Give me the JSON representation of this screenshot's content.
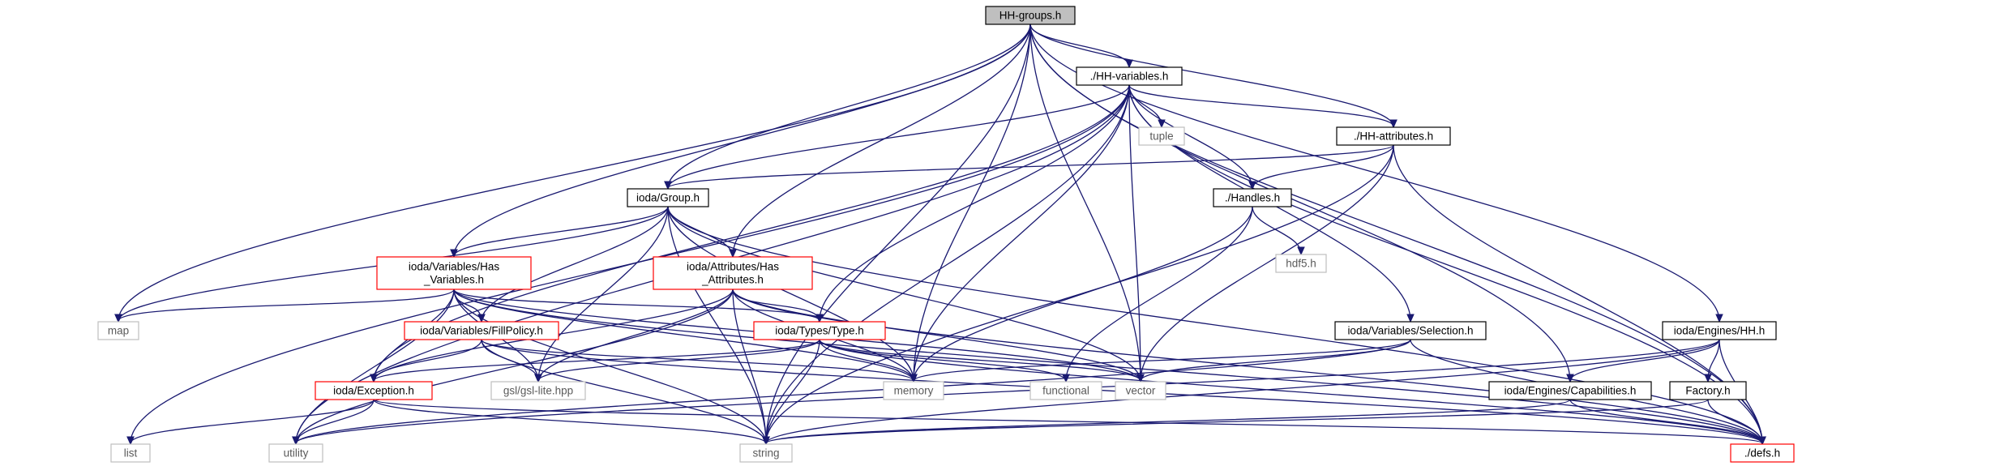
{
  "nodes": [
    {
      "id": "hh_groups",
      "lines": [
        "HH-groups.h"
      ],
      "style": "root"
    },
    {
      "id": "hh_variables",
      "lines": [
        "./HH-variables.h"
      ],
      "style": "black"
    },
    {
      "id": "hh_attributes",
      "lines": [
        "./HH-attributes.h"
      ],
      "style": "black"
    },
    {
      "id": "tuple",
      "lines": [
        "tuple"
      ],
      "style": "gray"
    },
    {
      "id": "group",
      "lines": [
        "ioda/Group.h"
      ],
      "style": "black"
    },
    {
      "id": "handles",
      "lines": [
        "./Handles.h"
      ],
      "style": "black"
    },
    {
      "id": "hdf5",
      "lines": [
        "hdf5.h"
      ],
      "style": "gray"
    },
    {
      "id": "has_variables",
      "lines": [
        "ioda/Variables/Has",
        "_Variables.h"
      ],
      "style": "red"
    },
    {
      "id": "has_attributes",
      "lines": [
        "ioda/Attributes/Has",
        "_Attributes.h"
      ],
      "style": "red"
    },
    {
      "id": "fill_policy",
      "lines": [
        "ioda/Variables/FillPolicy.h"
      ],
      "style": "red"
    },
    {
      "id": "types_type",
      "lines": [
        "ioda/Types/Type.h"
      ],
      "style": "red"
    },
    {
      "id": "selection",
      "lines": [
        "ioda/Variables/Selection.h"
      ],
      "style": "black"
    },
    {
      "id": "engines_hh",
      "lines": [
        "ioda/Engines/HH.h"
      ],
      "style": "black"
    },
    {
      "id": "map",
      "lines": [
        "map"
      ],
      "style": "gray"
    },
    {
      "id": "exception",
      "lines": [
        "ioda/Exception.h"
      ],
      "style": "red"
    },
    {
      "id": "gsl",
      "lines": [
        "gsl/gsl-lite.hpp"
      ],
      "style": "gray"
    },
    {
      "id": "memory",
      "lines": [
        "memory"
      ],
      "style": "gray"
    },
    {
      "id": "functional",
      "lines": [
        "functional"
      ],
      "style": "gray"
    },
    {
      "id": "vector",
      "lines": [
        "vector"
      ],
      "style": "gray"
    },
    {
      "id": "capabilities",
      "lines": [
        "ioda/Engines/Capabilities.h"
      ],
      "style": "black"
    },
    {
      "id": "factory",
      "lines": [
        "Factory.h"
      ],
      "style": "black"
    },
    {
      "id": "list",
      "lines": [
        "list"
      ],
      "style": "gray"
    },
    {
      "id": "utility",
      "lines": [
        "utility"
      ],
      "style": "gray"
    },
    {
      "id": "string",
      "lines": [
        "string"
      ],
      "style": "gray"
    },
    {
      "id": "defs",
      "lines": [
        "./defs.h"
      ],
      "style": "red"
    }
  ],
  "edges": [
    [
      "hh_groups",
      "hh_variables"
    ],
    [
      "hh_groups",
      "hh_attributes"
    ],
    [
      "hh_groups",
      "group"
    ],
    [
      "hh_groups",
      "has_variables"
    ],
    [
      "hh_groups",
      "has_attributes"
    ],
    [
      "hh_groups",
      "memory"
    ],
    [
      "hh_groups",
      "map"
    ],
    [
      "hh_groups",
      "string"
    ],
    [
      "hh_groups",
      "vector"
    ],
    [
      "hh_groups",
      "capabilities"
    ],
    [
      "hh_groups",
      "engines_hh"
    ],
    [
      "hh_groups",
      "defs"
    ],
    [
      "hh_variables",
      "hh_attributes"
    ],
    [
      "hh_variables",
      "tuple"
    ],
    [
      "hh_variables",
      "group"
    ],
    [
      "hh_variables",
      "handles"
    ],
    [
      "hh_variables",
      "types_type"
    ],
    [
      "hh_variables",
      "selection"
    ],
    [
      "hh_variables",
      "exception"
    ],
    [
      "hh_variables",
      "memory"
    ],
    [
      "hh_variables",
      "vector"
    ],
    [
      "hh_variables",
      "string"
    ],
    [
      "hh_variables",
      "list"
    ],
    [
      "hh_variables",
      "utility"
    ],
    [
      "hh_variables",
      "defs"
    ],
    [
      "hh_attributes",
      "group"
    ],
    [
      "hh_attributes",
      "handles"
    ],
    [
      "hh_attributes",
      "vector"
    ],
    [
      "hh_attributes",
      "string"
    ],
    [
      "hh_attributes",
      "defs"
    ],
    [
      "group",
      "has_variables"
    ],
    [
      "group",
      "has_attributes"
    ],
    [
      "group",
      "fill_policy"
    ],
    [
      "group",
      "gsl"
    ],
    [
      "group",
      "map"
    ],
    [
      "group",
      "memory"
    ],
    [
      "group",
      "string"
    ],
    [
      "group",
      "vector"
    ],
    [
      "group",
      "defs"
    ],
    [
      "handles",
      "hdf5"
    ],
    [
      "handles",
      "memory"
    ],
    [
      "handles",
      "functional"
    ],
    [
      "has_variables",
      "fill_policy"
    ],
    [
      "has_variables",
      "types_type"
    ],
    [
      "has_variables",
      "exception"
    ],
    [
      "has_variables",
      "gsl"
    ],
    [
      "has_variables",
      "map"
    ],
    [
      "has_variables",
      "memory"
    ],
    [
      "has_variables",
      "string"
    ],
    [
      "has_variables",
      "utility"
    ],
    [
      "has_variables",
      "vector"
    ],
    [
      "has_variables",
      "defs"
    ],
    [
      "has_attributes",
      "types_type"
    ],
    [
      "has_attributes",
      "exception"
    ],
    [
      "has_attributes",
      "gsl"
    ],
    [
      "has_attributes",
      "memory"
    ],
    [
      "has_attributes",
      "string"
    ],
    [
      "has_attributes",
      "utility"
    ],
    [
      "has_attributes",
      "vector"
    ],
    [
      "has_attributes",
      "defs"
    ],
    [
      "fill_policy",
      "exception"
    ],
    [
      "fill_policy",
      "gsl"
    ],
    [
      "fill_policy",
      "memory"
    ],
    [
      "fill_policy",
      "string"
    ],
    [
      "fill_policy",
      "defs"
    ],
    [
      "types_type",
      "exception"
    ],
    [
      "types_type",
      "gsl"
    ],
    [
      "types_type",
      "memory"
    ],
    [
      "types_type",
      "functional"
    ],
    [
      "types_type",
      "vector"
    ],
    [
      "types_type",
      "string"
    ],
    [
      "types_type",
      "defs"
    ],
    [
      "selection",
      "memory"
    ],
    [
      "selection",
      "vector"
    ],
    [
      "selection",
      "utility"
    ],
    [
      "selection",
      "defs"
    ],
    [
      "engines_hh",
      "capabilities"
    ],
    [
      "engines_hh",
      "factory"
    ],
    [
      "engines_hh",
      "string"
    ],
    [
      "engines_hh",
      "utility"
    ],
    [
      "engines_hh",
      "defs"
    ],
    [
      "capabilities",
      "string"
    ],
    [
      "capabilities",
      "defs"
    ],
    [
      "factory",
      "string"
    ],
    [
      "factory",
      "defs"
    ],
    [
      "exception",
      "list"
    ],
    [
      "exception",
      "utility"
    ],
    [
      "exception",
      "string"
    ],
    [
      "exception",
      "defs"
    ]
  ],
  "colors": {
    "edge": "#191970",
    "root_fill": "#bfbfbf",
    "black_border": "#000000",
    "red_border": "#ff0000",
    "gray_border": "#bfbfbf"
  }
}
